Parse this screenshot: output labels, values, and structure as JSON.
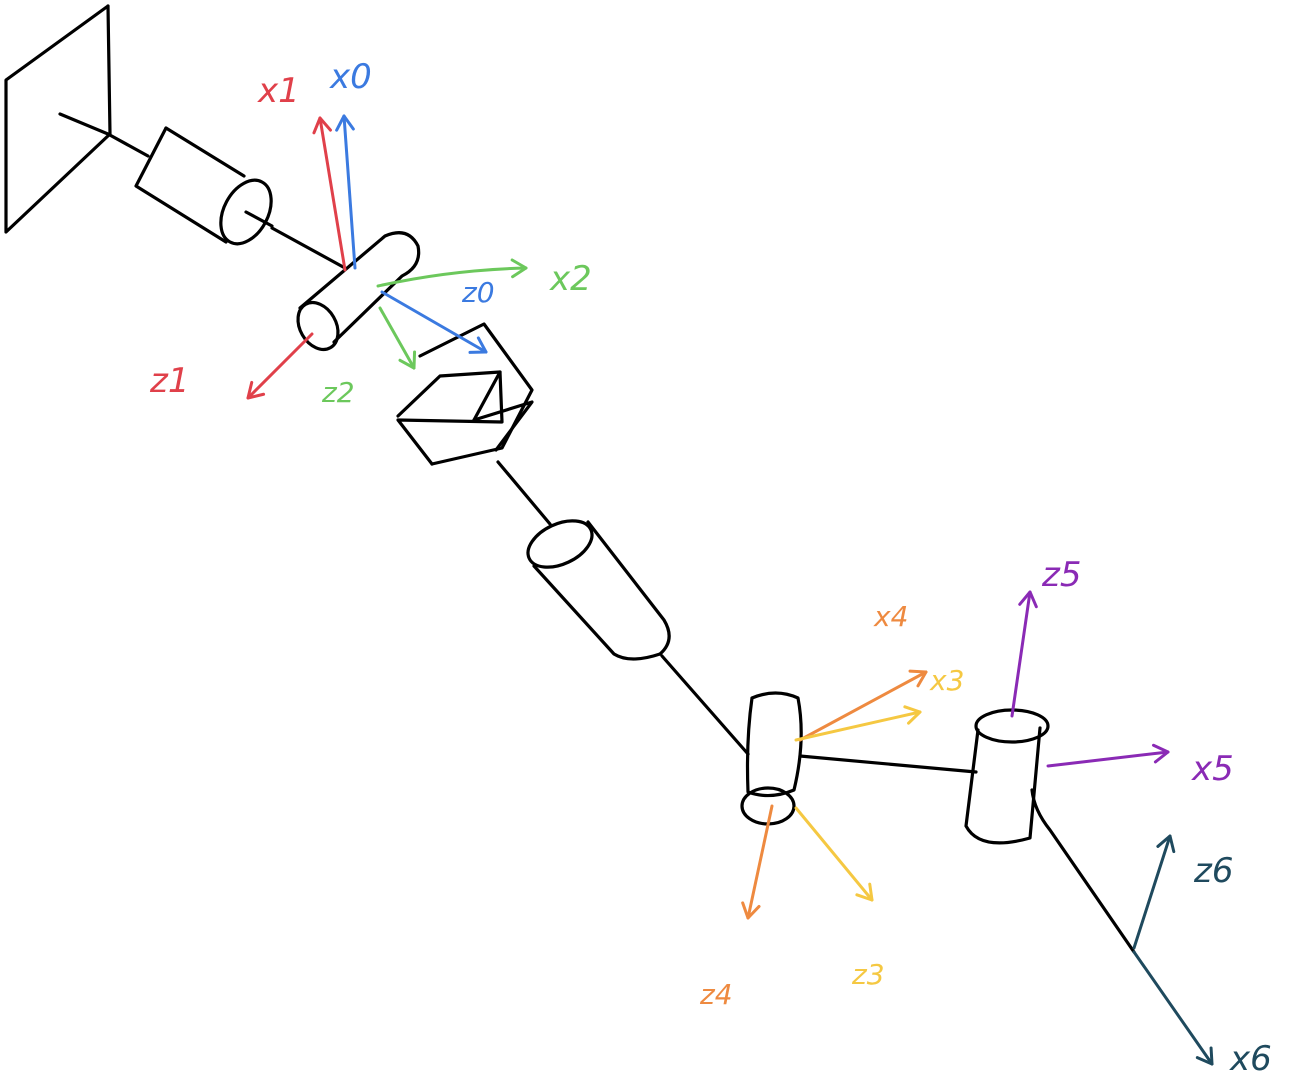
{
  "colors": {
    "frame0": "#3b7ae0",
    "frame1": "#e0404a",
    "frame2": "#6cc85c",
    "frame3": "#f5c842",
    "frame4": "#ee8a40",
    "frame5": "#8a2ab5",
    "frame6": "#1f4a5e",
    "ink": "#000000"
  },
  "labels": {
    "x0": "x0",
    "z0": "z0",
    "x1": "x1",
    "z1": "z1",
    "x2": "x2",
    "z2": "z2",
    "x3": "x3",
    "z3": "z3",
    "x4": "x4",
    "z4": "z4",
    "x5": "x5",
    "z5": "z5",
    "x6": "x6",
    "z6": "z6"
  }
}
